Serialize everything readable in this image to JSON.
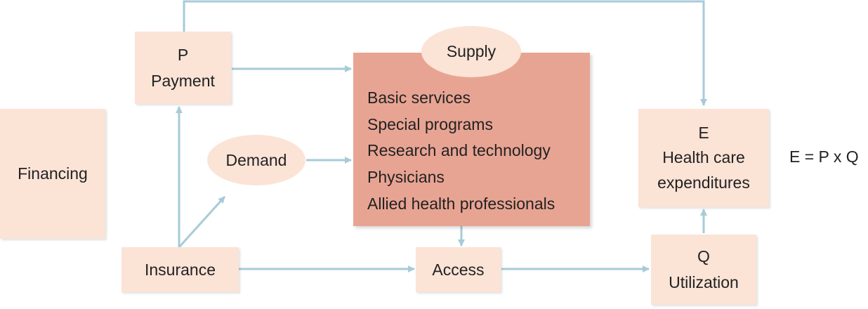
{
  "financing": {
    "label": "Financing"
  },
  "payment": {
    "letter": "P",
    "label": "Payment"
  },
  "supply": {
    "title": "Supply",
    "items": [
      "Basic services",
      "Special programs",
      "Research and technology",
      "Physicians",
      "Allied health professionals"
    ]
  },
  "demand": {
    "label": "Demand"
  },
  "insurance": {
    "label": "Insurance"
  },
  "access": {
    "label": "Access"
  },
  "expenditures": {
    "letter": "E",
    "line1": "Health care",
    "line2": "expenditures"
  },
  "utilization": {
    "letter": "Q",
    "label": "Utilization"
  },
  "formula": "E = P x Q",
  "colors": {
    "box": "#fbe3d6",
    "supply": "#e8a493",
    "arrow": "#a7cbd8"
  }
}
